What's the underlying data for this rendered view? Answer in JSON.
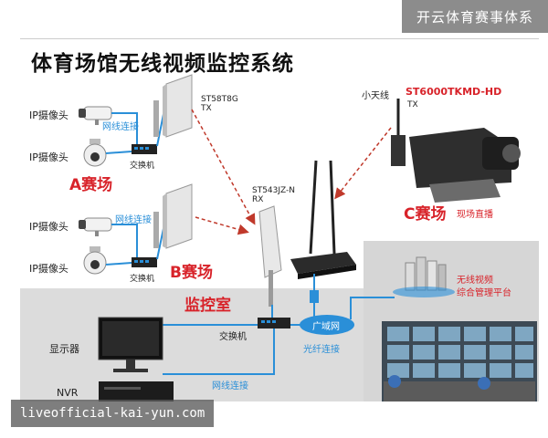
{
  "title": "体育场馆无线视频监控系统",
  "watermark_top": "开云体育赛事体系",
  "watermark_bottom": "liveofficial-kai-yun.com",
  "zone_a": {
    "name": "A赛场",
    "camera1": "IP摄像头",
    "camera2": "IP摄像头",
    "link": "网线连接",
    "switch": "交换机",
    "radio_model": "ST58T8G",
    "radio_mode": "TX"
  },
  "zone_b": {
    "name": "B赛场",
    "camera1": "IP摄像头",
    "camera2": "IP摄像头",
    "link": "网线连接",
    "switch": "交换机"
  },
  "receiver": {
    "model": "ST543JZ-N",
    "mode": "RX"
  },
  "zone_c": {
    "name": "C赛场",
    "subtitle": "现场直播",
    "antenna": "小天线",
    "model": "ST6000TKMD-HD",
    "mode": "TX"
  },
  "control_room": {
    "name": "监控室",
    "switch": "交换机",
    "display": "显示器",
    "nvr": "NVR",
    "link": "网线连接"
  },
  "wan": {
    "label": "广域网",
    "fiber": "光纤连接"
  },
  "platform": {
    "line1": "无线视频",
    "line2": "综合管理平台"
  },
  "colors": {
    "accent_red": "#d8232a",
    "link_blue": "#2a8fd8",
    "gray_zone": "#d9d9d9"
  }
}
